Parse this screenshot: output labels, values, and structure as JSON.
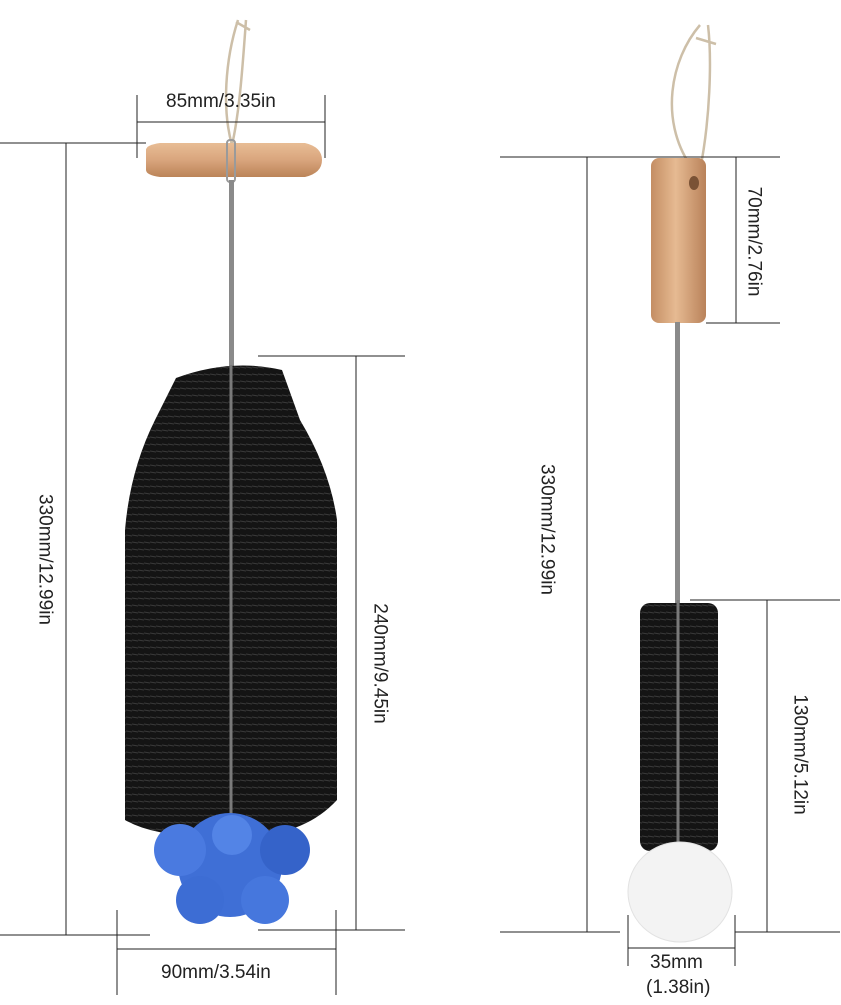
{
  "brush_large": {
    "handle_width_label": "85mm/3.35in",
    "total_length_label": "330mm/12.99in",
    "bristle_length_label": "240mm/9.45in",
    "bristle_width_label": "90mm/3.54in",
    "colors": {
      "handle": "#d9a57d",
      "bristles": "#141414",
      "sponge": "#3f6fd6",
      "wire": "#8a8a8a",
      "cord": "#cdbfa8"
    }
  },
  "brush_small": {
    "handle_length_label": "70mm/2.76in",
    "total_length_label": "330mm/12.99in",
    "bristle_length_label": "130mm/5.12in",
    "tip_width_label": "35mm",
    "tip_width_label_in": "(1.38in)",
    "colors": {
      "handle": "#d9a57d",
      "bristles": "#141414",
      "tip": "#f3f3f3",
      "wire": "#8a8a8a",
      "cord": "#cdbfa8"
    }
  }
}
